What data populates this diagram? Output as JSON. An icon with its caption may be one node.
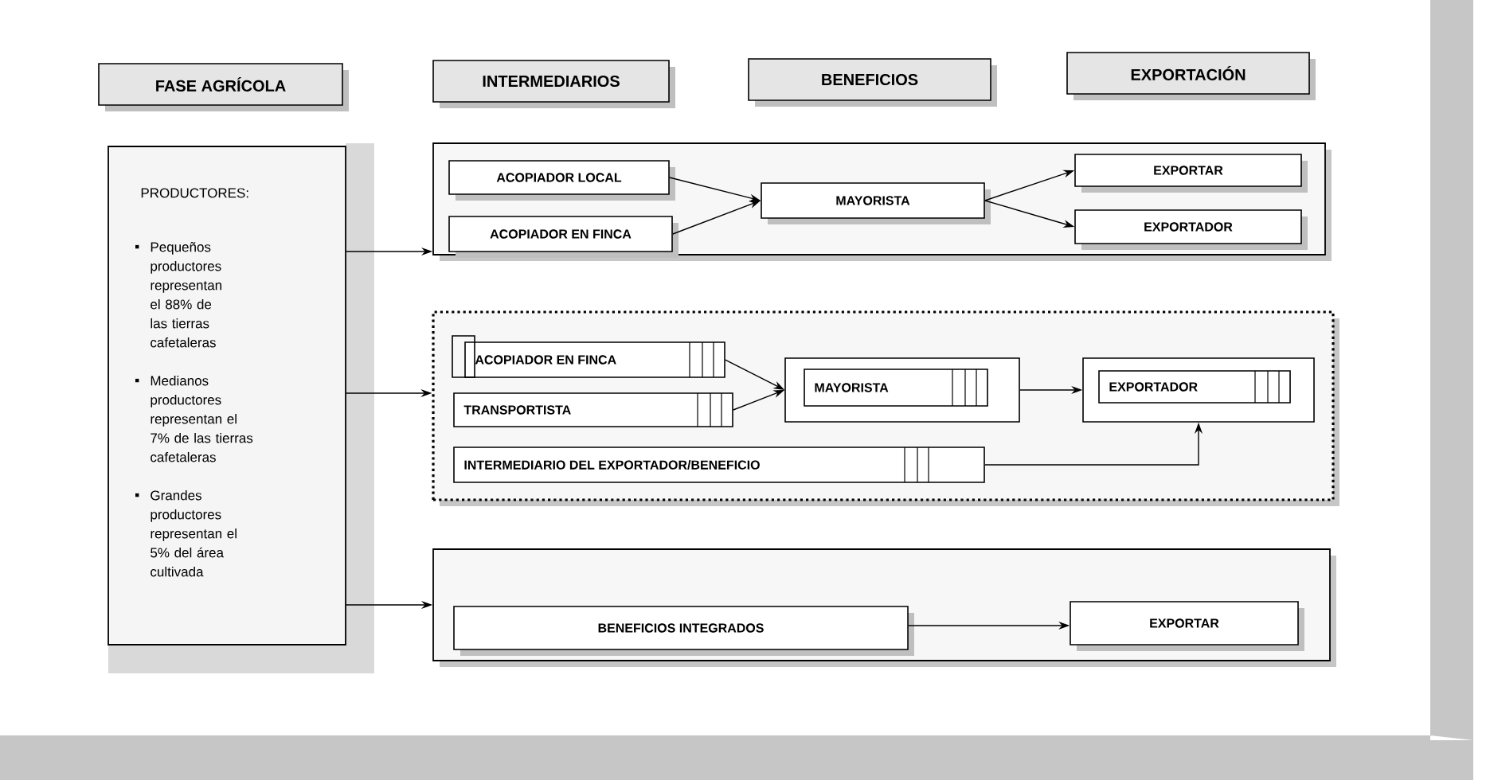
{
  "diagram": {
    "nodes": [
      {
        "text": [
          "FASE AGRÍCOLA"
        ]
      },
      {
        "text": [
          "INTERMEDIARIOS"
        ]
      },
      {
        "text": [
          "BENEFICIOS"
        ]
      },
      {
        "text": [
          "EXPORTACIÓN"
        ]
      },
      {
        "text": [
          "PRODUCTORES:",
          "Pequeños productores representan el 88% de las tierras cafetaleras",
          "Medianos productores representan el 7% de las tierras cafetaleras",
          "Grandes productores representan el 5% del área cultivada"
        ]
      },
      {
        "text": [],
        "shape": "box"
      },
      {
        "text": [
          "ACOPIADOR LOCAL"
        ],
        "in": 5
      },
      {
        "text": [
          "ACOPIADOR EN FINCA"
        ],
        "in": 5
      },
      {
        "text": [
          "MAYORISTA"
        ],
        "in": 5
      },
      {
        "text": [
          "EXPORTAR"
        ],
        "in": 5
      },
      {
        "text": [
          "EXPORTADOR"
        ],
        "in": 5
      },
      {
        "text": [],
        "shape": "box"
      },
      {
        "text": [
          "ACOPIADOR EN FINCA"
        ],
        "in": 11
      },
      {
        "text": [
          "TRANSPORTISTA"
        ],
        "in": 11
      },
      {
        "text": [
          "INTERMEDIARIO DEL EXPORTADOR/BENEFICIO"
        ],
        "in": 11
      },
      {
        "text": [],
        "shape": "box",
        "in": 11
      },
      {
        "text": [
          "MAYORISTA"
        ],
        "in": 15
      },
      {
        "text": [],
        "shape": "box",
        "in": 11
      },
      {
        "text": [
          "EXPORTADOR"
        ],
        "in": 17
      },
      {
        "text": [],
        "shape": "box"
      },
      {
        "text": [
          "BENEFICIOS INTEGRADOS"
        ],
        "in": 19
      },
      {
        "text": [
          "EXPORTAR"
        ],
        "in": 19
      }
    ],
    "edges": [
      {
        "from": 4,
        "to": 5,
        "arrow": "to"
      },
      {
        "from": 6,
        "to": 8,
        "arrow": "to"
      },
      {
        "from": 7,
        "to": 8,
        "arrow": "to"
      },
      {
        "from": 8,
        "to": 9,
        "arrow": "to"
      },
      {
        "from": 8,
        "to": 10,
        "arrow": "to"
      },
      {
        "from": 4,
        "to": 11,
        "arrow": "to"
      },
      {
        "from": 12,
        "to": 15,
        "arrow": "to"
      },
      {
        "from": 13,
        "to": 15,
        "arrow": "to"
      },
      {
        "from": 15,
        "to": 17,
        "arrow": "to"
      },
      {
        "from": 14,
        "to": 17,
        "arrow": "to"
      },
      {
        "from": 4,
        "to": 19,
        "arrow": "to"
      },
      {
        "from": 20,
        "to": 21,
        "arrow": "to"
      }
    ]
  }
}
